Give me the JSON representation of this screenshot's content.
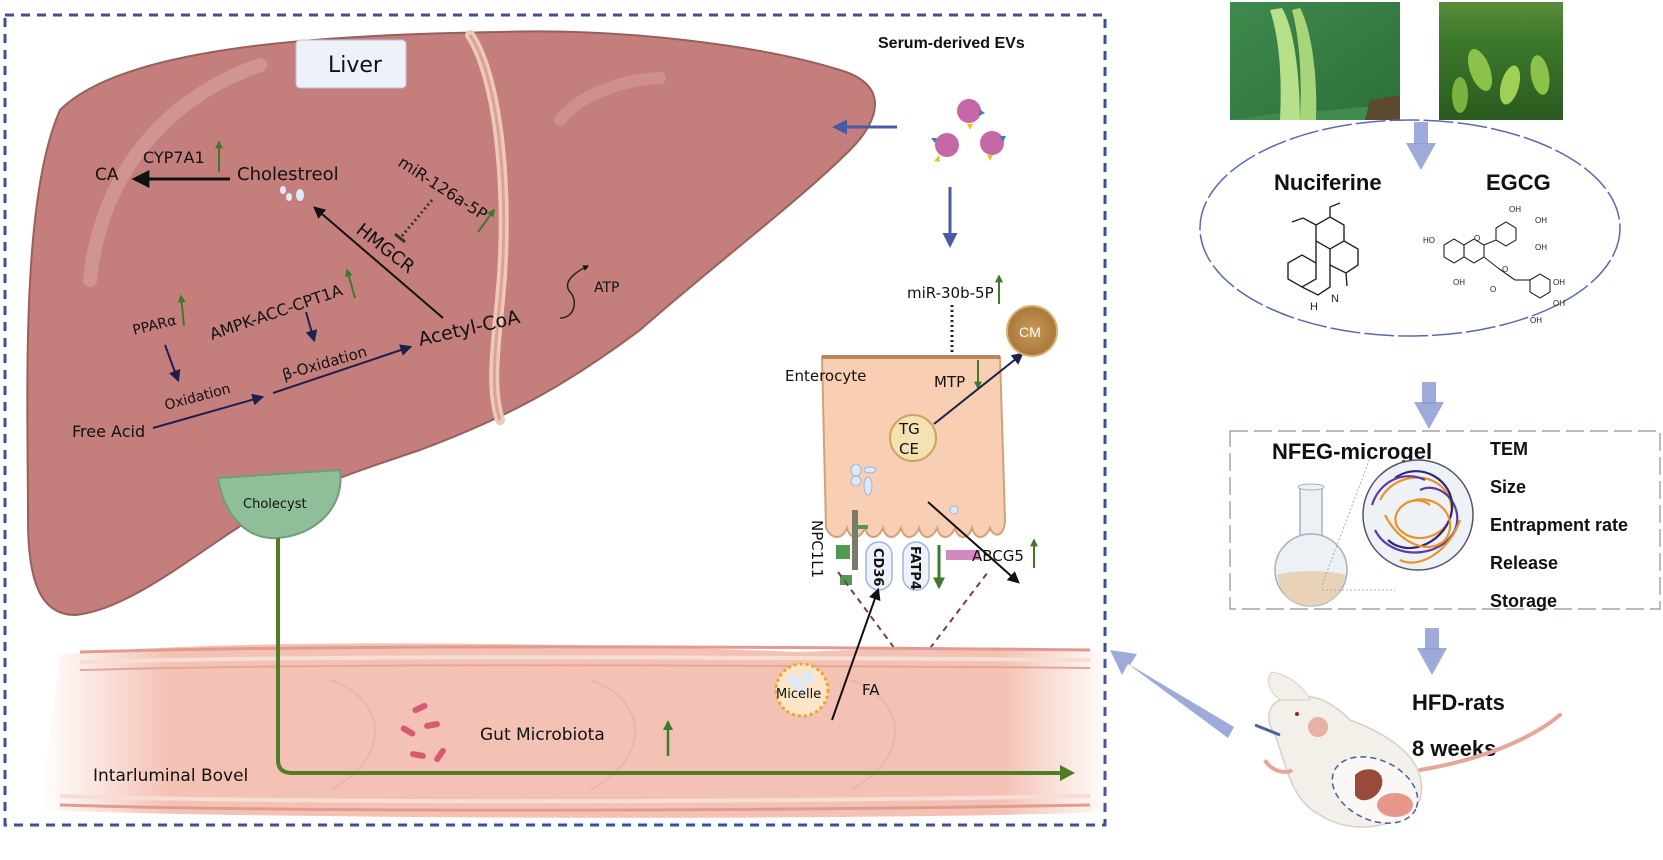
{
  "liver_panel": {
    "title": "Liver",
    "evs_label": "Serum-derived EVs",
    "nodes": {
      "ca": "CA",
      "cyp7a1": "CYP7A1",
      "cholesterol": "Cholestreol",
      "mir126": "miR-126a-5P",
      "hmgcr": "HMGCR",
      "atp": "ATP",
      "ppara": "PPARα",
      "ampk": "AMPK-ACC-CPT1A",
      "oxidation": "Oxidation",
      "beta_oxidation": "β-Oxidation",
      "acetyl_coa": "Acetyl-CoA",
      "free_acid": "Free Acid",
      "cholecyst": "Cholecyst"
    },
    "regulation": {
      "cyp7a1": "up",
      "mir126": "up",
      "ppara": "up",
      "ampk": "up"
    }
  },
  "enterocyte_panel": {
    "mir30b": "miR-30b-5P",
    "enterocyte": "Enterocyte",
    "mtp": "MTP",
    "cm": "CM",
    "tg": "TG",
    "ce": "CE",
    "npc1l1": "NPC1L1",
    "cd36": "CD36",
    "fatp4": "FATP4",
    "abcg5": "ABCG5",
    "regulation": {
      "mir30b": "up",
      "mtp": "down",
      "fatp4": "down",
      "abcg5": "up"
    }
  },
  "gut_panel": {
    "micelle": "Micelle",
    "fa": "FA",
    "gut_microbiota": "Gut Microbiota",
    "bowel": "Intarluminal Bovel",
    "regulation": {
      "gut_microbiota": "up"
    }
  },
  "workflow": {
    "compound_a": "Nuciferine",
    "compound_b": "EGCG",
    "egcg_groups": [
      "HO",
      "OH",
      "OH",
      "OH",
      "OH",
      "OH",
      "OH",
      "OH",
      "O",
      "O",
      "O"
    ],
    "nuciferine_groups": [
      "H",
      "N"
    ],
    "microgel": "NFEG-microgel",
    "characterization": [
      "TEM",
      "Size",
      "Entrapment rate",
      "Release",
      "Storage"
    ],
    "model": "HFD-rats",
    "duration": "8 weeks"
  },
  "colors": {
    "liver": "#c47f7d",
    "liver_dark": "#9a5e5c",
    "cholecyst": "#8fbf98",
    "enterocyte": "#f8cfb2",
    "gut": "#f4c2b4",
    "up_arrow": "#3e7a2a",
    "flow_arrow": "#8c9bd4",
    "border_dash": "#3e4f98",
    "path_arrow": "#1d1f4e"
  }
}
